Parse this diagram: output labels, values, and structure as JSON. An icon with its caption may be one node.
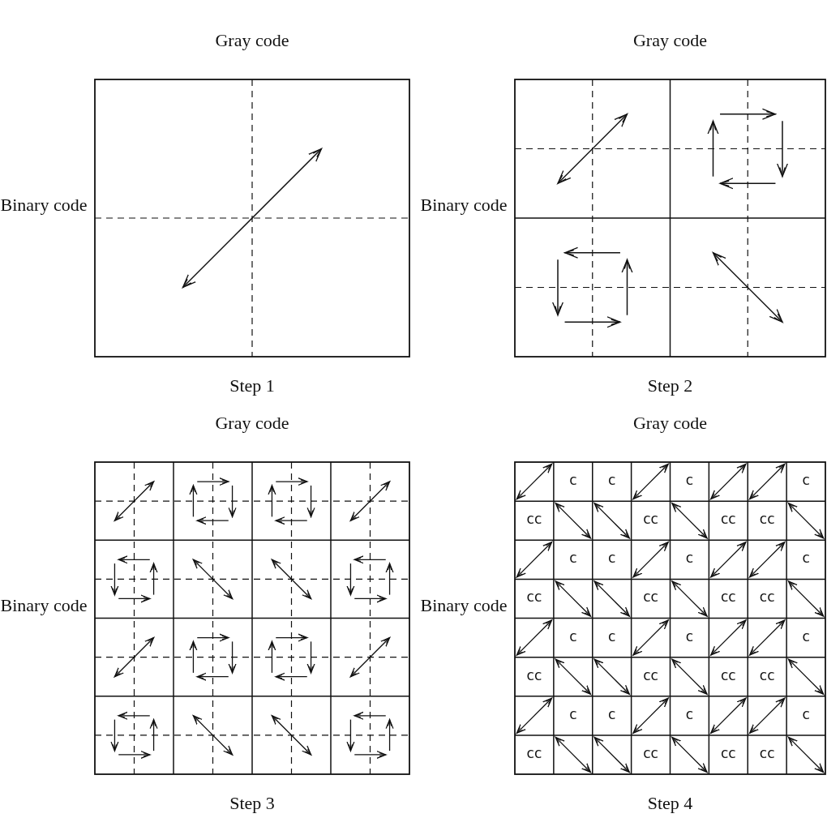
{
  "diagram": {
    "labels": [
      "Gray code",
      "Binary code",
      "Step 1",
      "Gray code",
      "Binary code",
      "Step 2",
      "Gray code",
      "Binary code",
      "Step 3",
      "Gray code",
      "Binary code",
      "c",
      "c",
      "c",
      "c",
      "cc",
      "cc",
      "cc",
      "cc",
      "c",
      "c",
      "c",
      "c",
      "cc",
      "cc",
      "cc",
      "cc",
      "c",
      "c",
      "c",
      "c",
      "cc",
      "cc",
      "cc",
      "cc",
      "c",
      "c",
      "c",
      "c",
      "cc",
      "cc",
      "cc",
      "cc",
      "Step 4"
    ]
  }
}
